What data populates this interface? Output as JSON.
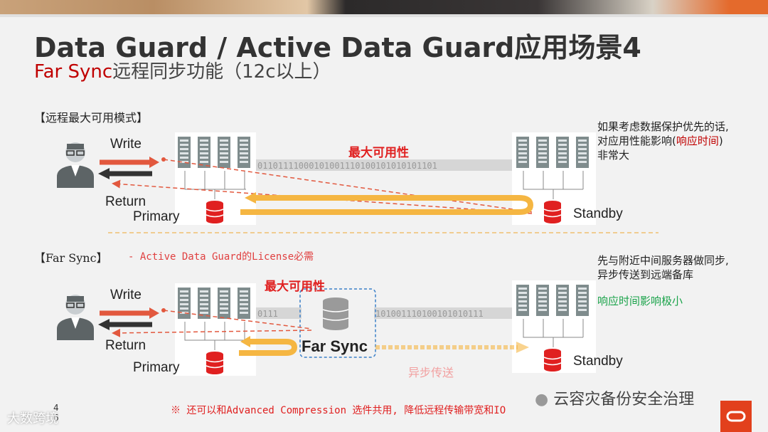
{
  "slide": {
    "title": "Data Guard / Active Data Guard应用场景4",
    "subtitle_red": "Far Sync",
    "subtitle_rest": "远程同步功能（12c以上）"
  },
  "section1": {
    "label": "【远程最大可用模式】",
    "note_line1": "如果考虑数据保护优先的话,",
    "note_line2_pre": "对应用性能影响(",
    "note_line2_red": "响应时间",
    "note_line2_post": ")",
    "note_line3": "非常大",
    "write": "Write",
    "return": "Return",
    "primary": "Primary",
    "standby": "Standby",
    "mode": "最大可用性",
    "stream": "01101111000101001110100101010101101"
  },
  "section2": {
    "label": "【Far Sync】",
    "license_note": "- Active Data Guard的License必需",
    "note_line1": "先与附近中间服务器做同步,",
    "note_line2": "异步传送到远端备库",
    "green_note": "响应时间影响极小",
    "write": "Write",
    "return": "Return",
    "primary": "Primary",
    "standby": "Standby",
    "mode": "最大可用性",
    "farsync": "Far Sync",
    "async": "异步传送",
    "stream_a": "0111",
    "stream_b": "101001110100101010111"
  },
  "footer": {
    "footnote": "※ 还可以和Advanced Compression 选件共用, 降低远程传输带宽和IO",
    "page": "4\n6",
    "watermark": "大数跨境",
    "wechat": "云容灾备份安全治理"
  },
  "colors": {
    "accent_red": "#c00000",
    "arrow_red": "#e2583e",
    "arrow_dark": "#333333",
    "sync_yellow": "#f5b642",
    "db_red": "#e02020",
    "green": "#1aa34a"
  }
}
